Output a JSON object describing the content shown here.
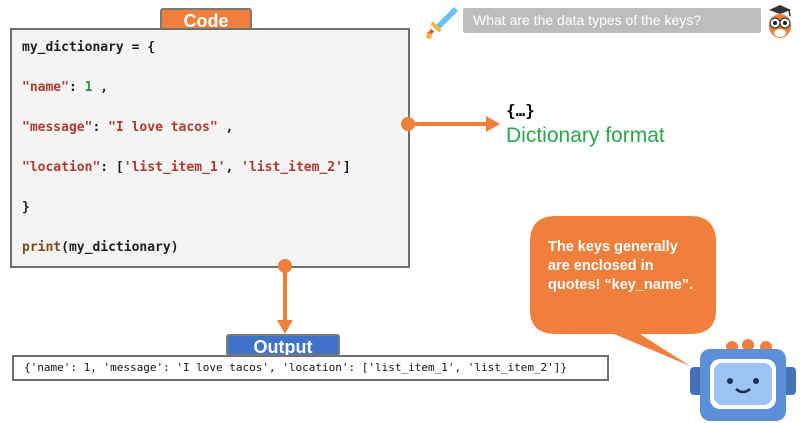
{
  "code_panel": {
    "label": "Code",
    "lines": [
      {
        "id": 0,
        "parts": [
          {
            "t": "my_dictionary = {",
            "c": ""
          }
        ]
      },
      {
        "id": 1,
        "parts": [
          {
            "t": "\"name\"",
            "c": "str"
          },
          {
            "t": ": ",
            "c": ""
          },
          {
            "t": "1",
            "c": "num"
          },
          {
            "t": " ,",
            "c": ""
          }
        ]
      },
      {
        "id": 2,
        "parts": [
          {
            "t": "\"message\"",
            "c": "str"
          },
          {
            "t": ": ",
            "c": ""
          },
          {
            "t": "\"I love tacos\"",
            "c": "str"
          },
          {
            "t": " ,",
            "c": ""
          }
        ]
      },
      {
        "id": 3,
        "parts": [
          {
            "t": "\"location\"",
            "c": "str"
          },
          {
            "t": ": [",
            "c": ""
          },
          {
            "t": "'list_item_1'",
            "c": "str"
          },
          {
            "t": ", ",
            "c": ""
          },
          {
            "t": "'list_item_2'",
            "c": "str"
          },
          {
            "t": "]",
            "c": ""
          }
        ]
      },
      {
        "id": 4,
        "parts": [
          {
            "t": "}",
            "c": ""
          }
        ]
      },
      {
        "id": 5,
        "parts": [
          {
            "t": "print",
            "c": "fn"
          },
          {
            "t": "(my_dictionary)",
            "c": ""
          }
        ]
      }
    ]
  },
  "dictionary_note": {
    "braces": "{…}",
    "label": "Dictionary format"
  },
  "output_panel": {
    "label": "Output",
    "text": "{'name': 1, 'message': 'I love tacos', 'location': ['list_item_1', 'list_item_2']}"
  },
  "question": {
    "text": "What are the data types of the keys?"
  },
  "bubble": {
    "text_line1": "The keys generally",
    "text_line2": "are enclosed in",
    "text_line3": "quotes! “key_name”."
  },
  "colors": {
    "orange": "#f07f3c",
    "blue": "#3f73c9",
    "green": "#29a84a",
    "robot": "#5b8fd8"
  },
  "icons": {
    "sword": "sword-icon",
    "owl": "owl-mascot-icon",
    "robot": "robot-mascot-icon"
  }
}
